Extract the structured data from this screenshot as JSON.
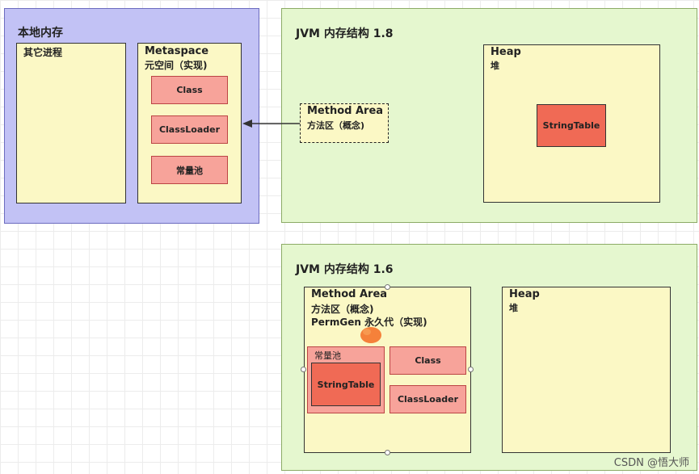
{
  "native_memory": {
    "title": "本地内存",
    "other_process": "其它进程",
    "metaspace": {
      "title": "Metaspace",
      "subtitle": "元空间（实现)",
      "items": [
        "Class",
        "ClassLoader",
        "常量池"
      ]
    }
  },
  "jvm18": {
    "title": "JVM 内存结构 1.8",
    "method_area": {
      "title": "Method Area",
      "subtitle": "方法区（概念)"
    },
    "heap": {
      "title": "Heap",
      "subtitle": "堆",
      "string_table": "StringTable"
    }
  },
  "jvm16": {
    "title": "JVM 内存结构 1.6",
    "method_area": {
      "title": "Method Area",
      "subtitle": "方法区（概念)",
      "permgen": "PermGen 永久代（实现)",
      "constant_pool": "常量池",
      "string_table": "StringTable",
      "class": "Class",
      "classloader": "ClassLoader"
    },
    "heap": {
      "title": "Heap",
      "subtitle": "堆"
    }
  },
  "watermark": "CSDN @悟大师",
  "colors": {
    "blue_panel": "#c2c2f5",
    "green_panel": "#e5f7cf",
    "yellow_box": "#fbf8c5",
    "pink_box": "#f7a39a",
    "red_box": "#f06a55"
  }
}
